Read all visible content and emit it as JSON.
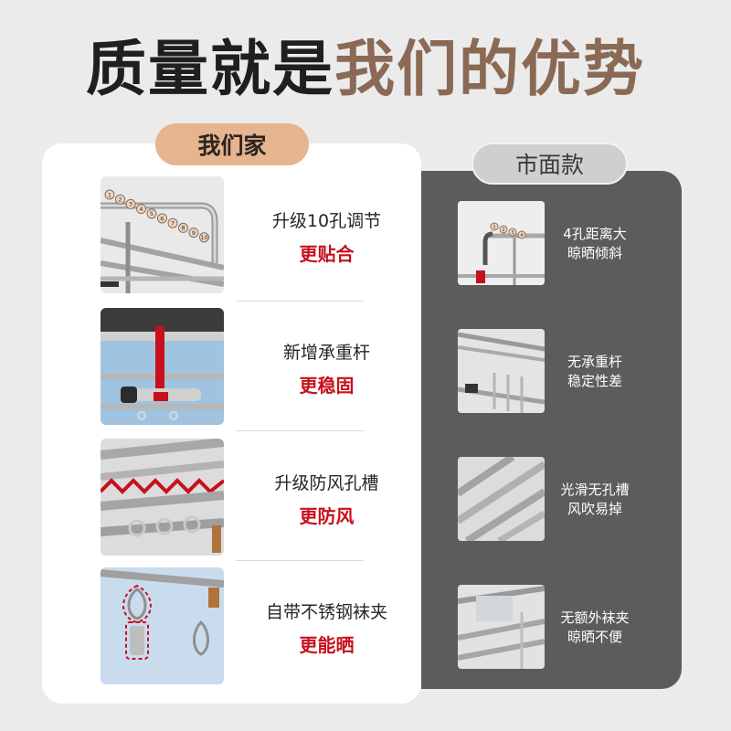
{
  "headline": {
    "part1": "质量就是",
    "part2": "我们的优势"
  },
  "ours": {
    "tab_label": "我们家",
    "rows": [
      {
        "line1": "升级10孔调节",
        "line2": "更贴合"
      },
      {
        "line1": "新增承重杆",
        "line2": "更稳固"
      },
      {
        "line1": "升级防风孔槽",
        "line2": "更防风"
      },
      {
        "line1": "自带不锈钢袜夹",
        "line2": "更能晒"
      }
    ],
    "hole_numbers": [
      "1",
      "2",
      "3",
      "4",
      "5",
      "6",
      "7",
      "8",
      "9",
      "10"
    ]
  },
  "market": {
    "tab_label": "市面款",
    "rows": [
      {
        "line1": "4孔距离大",
        "line2": "晾晒倾斜"
      },
      {
        "line1": "无承重杆",
        "line2": "稳定性差"
      },
      {
        "line1": "光滑无孔槽",
        "line2": "风吹易掉"
      },
      {
        "line1": "无额外袜夹",
        "line2": "晾晒不便"
      }
    ],
    "hole_numbers": [
      "1",
      "2",
      "3",
      "4"
    ]
  },
  "colors": {
    "background": "#ebebeb",
    "headline_dark": "#1f1f1f",
    "headline_brown": "#8a6a55",
    "ours_tab": "#e6b48f",
    "highlight_red": "#c8101c",
    "market_panel": "#5c5c5c",
    "market_tab": "#cfcfcf"
  }
}
